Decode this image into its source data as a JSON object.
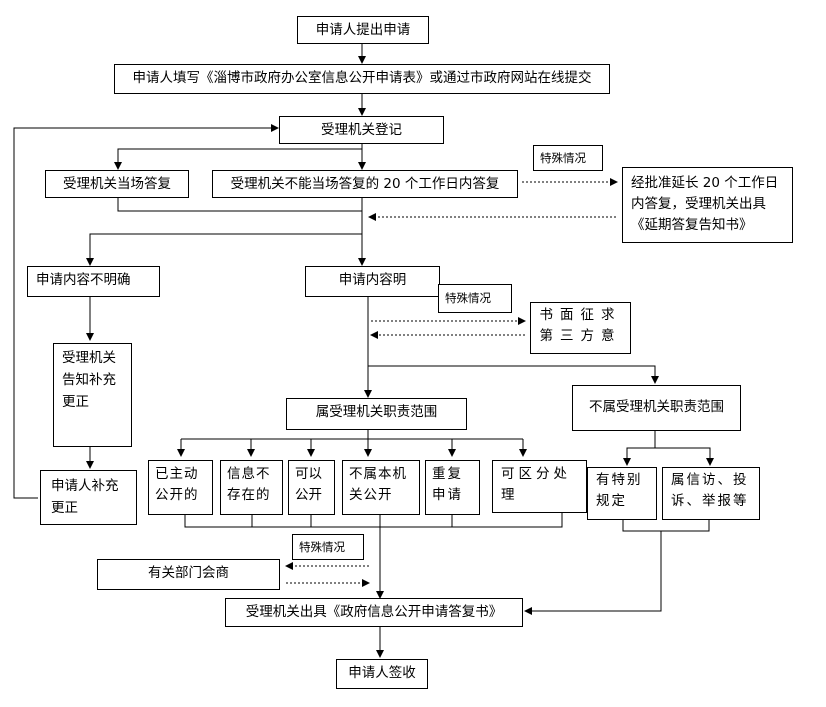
{
  "nodes": {
    "start": "申请人提出申请",
    "fill_form": "申请人填写《淄博市政府办公室信息公开申请表》或通过市政府网站在线提交",
    "register": "受理机关登记",
    "reply_onsite": "受理机关当场答复",
    "reply_20days": "受理机关不能当场答复的 20 个工作日内答复",
    "special_1": "特殊情况",
    "extension": "经批准延长 20 个工作日内答复，受理机关出具《延期答复告知书》",
    "unclear": "申请内容不明确",
    "clear": "申请内容明",
    "special_2": "特殊情况",
    "third_party": "书面征求第三方意",
    "notify_supplement": "受理机关告知补充更正",
    "in_scope": "属受理机关职责范围",
    "out_of_scope": "不属受理机关职责范围",
    "already_public": "已主动公开的",
    "not_exist": "信息不存在的",
    "can_disclose": "可以公开",
    "not_disclosed": "不属本机关公开",
    "duplicate": "重复申请",
    "partial": "可区分处理",
    "applicant_supplement": "申请人补充更正",
    "special_rules": "有特别规定",
    "petition": "属信访、投诉、举报等",
    "special_3": "特殊情况",
    "consult": "有关部门会商",
    "issue_reply": "受理机关出具《政府信息公开申请答复书》",
    "sign": "申请人签收"
  }
}
